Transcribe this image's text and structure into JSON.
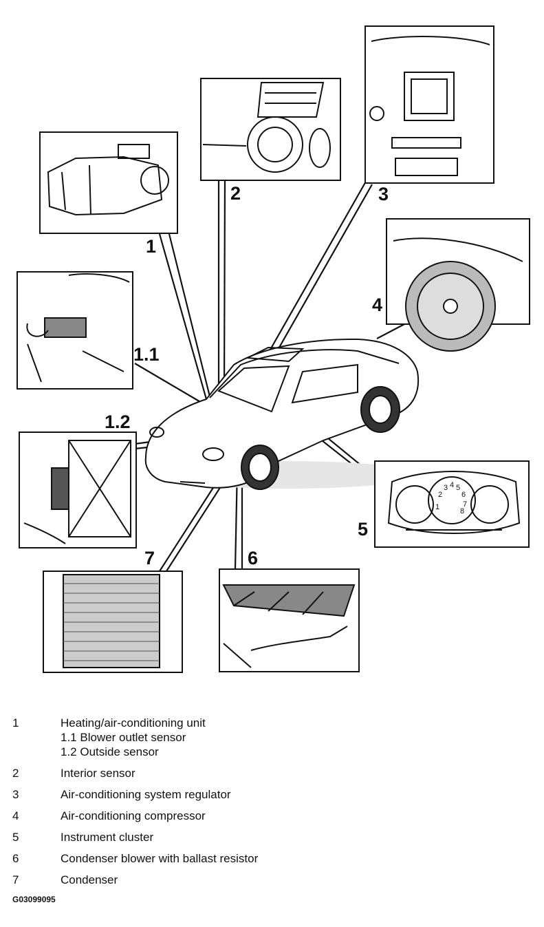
{
  "callouts": {
    "c1": "1",
    "c1_1": "1.1",
    "c1_2": "1.2",
    "c2": "2",
    "c3": "3",
    "c4": "4",
    "c5": "5",
    "c6": "6",
    "c7": "7"
  },
  "gauges": [
    "1",
    "2",
    "3",
    "4",
    "5",
    "6",
    "7",
    "8"
  ],
  "legend": [
    {
      "num": "1",
      "text": "Heating/air-conditioning unit",
      "sub": [
        "1.1 Blower outlet sensor",
        "1.2 Outside sensor"
      ]
    },
    {
      "num": "2",
      "text": "Interior sensor"
    },
    {
      "num": "3",
      "text": "Air-conditioning system regulator"
    },
    {
      "num": "4",
      "text": "Air-conditioning compressor"
    },
    {
      "num": "5",
      "text": "Instrument cluster"
    },
    {
      "num": "6",
      "text": "Condenser blower with ballast resistor"
    },
    {
      "num": "7",
      "text": "Condenser"
    }
  ],
  "figure_code": "G03099095"
}
